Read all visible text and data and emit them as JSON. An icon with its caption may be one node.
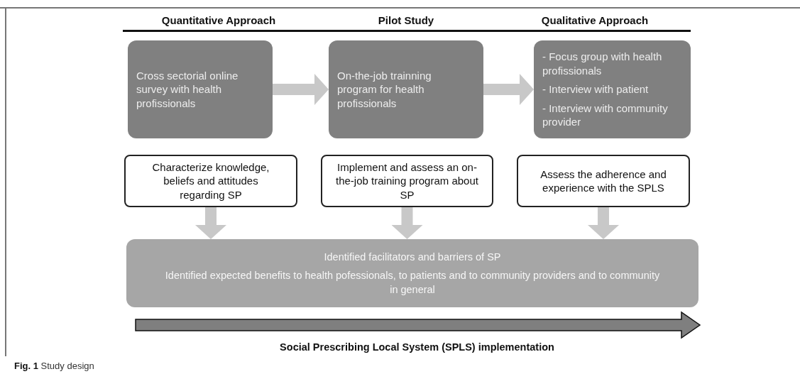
{
  "diagram": {
    "caption": "**Fig. 1** Study design",
    "nodes": [
      {
        "text": [
          "Cross sectorial online survey with health profissionals"
        ]
      },
      {
        "text": [
          "On-the-job trainning program for health profissionals"
        ]
      },
      {
        "text": [
          "- Focus group with health profissionals",
          "- Interview with patient",
          "- Interview with community provider"
        ]
      },
      {
        "text": [
          "Characterize knowledge, beliefs and attitudes regarding SP"
        ]
      },
      {
        "text": [
          "Implement and assess an on-the-job training program about SP"
        ]
      },
      {
        "text": [
          "Assess the adherence and experience with the SPLS"
        ]
      },
      {
        "text": [
          "Identified facilitators and barriers of SP",
          "Identified expected benefits to health pofessionals, to patients and to community providers and to community in general"
        ]
      }
    ],
    "edges": [
      {
        "from": 0,
        "to": 1,
        "arrow": "to"
      },
      {
        "from": 1,
        "to": 2,
        "arrow": "to"
      },
      {
        "from": 3,
        "to": 6,
        "arrow": "to"
      },
      {
        "from": 4,
        "to": 6,
        "arrow": "to"
      },
      {
        "from": 5,
        "to": 6,
        "arrow": "to"
      }
    ],
    "labels": [
      "Quantitative Approach",
      "Pilot Study",
      "Qualitative Approach",
      "Social Prescribing Local System (SPLS) implementation"
    ]
  }
}
